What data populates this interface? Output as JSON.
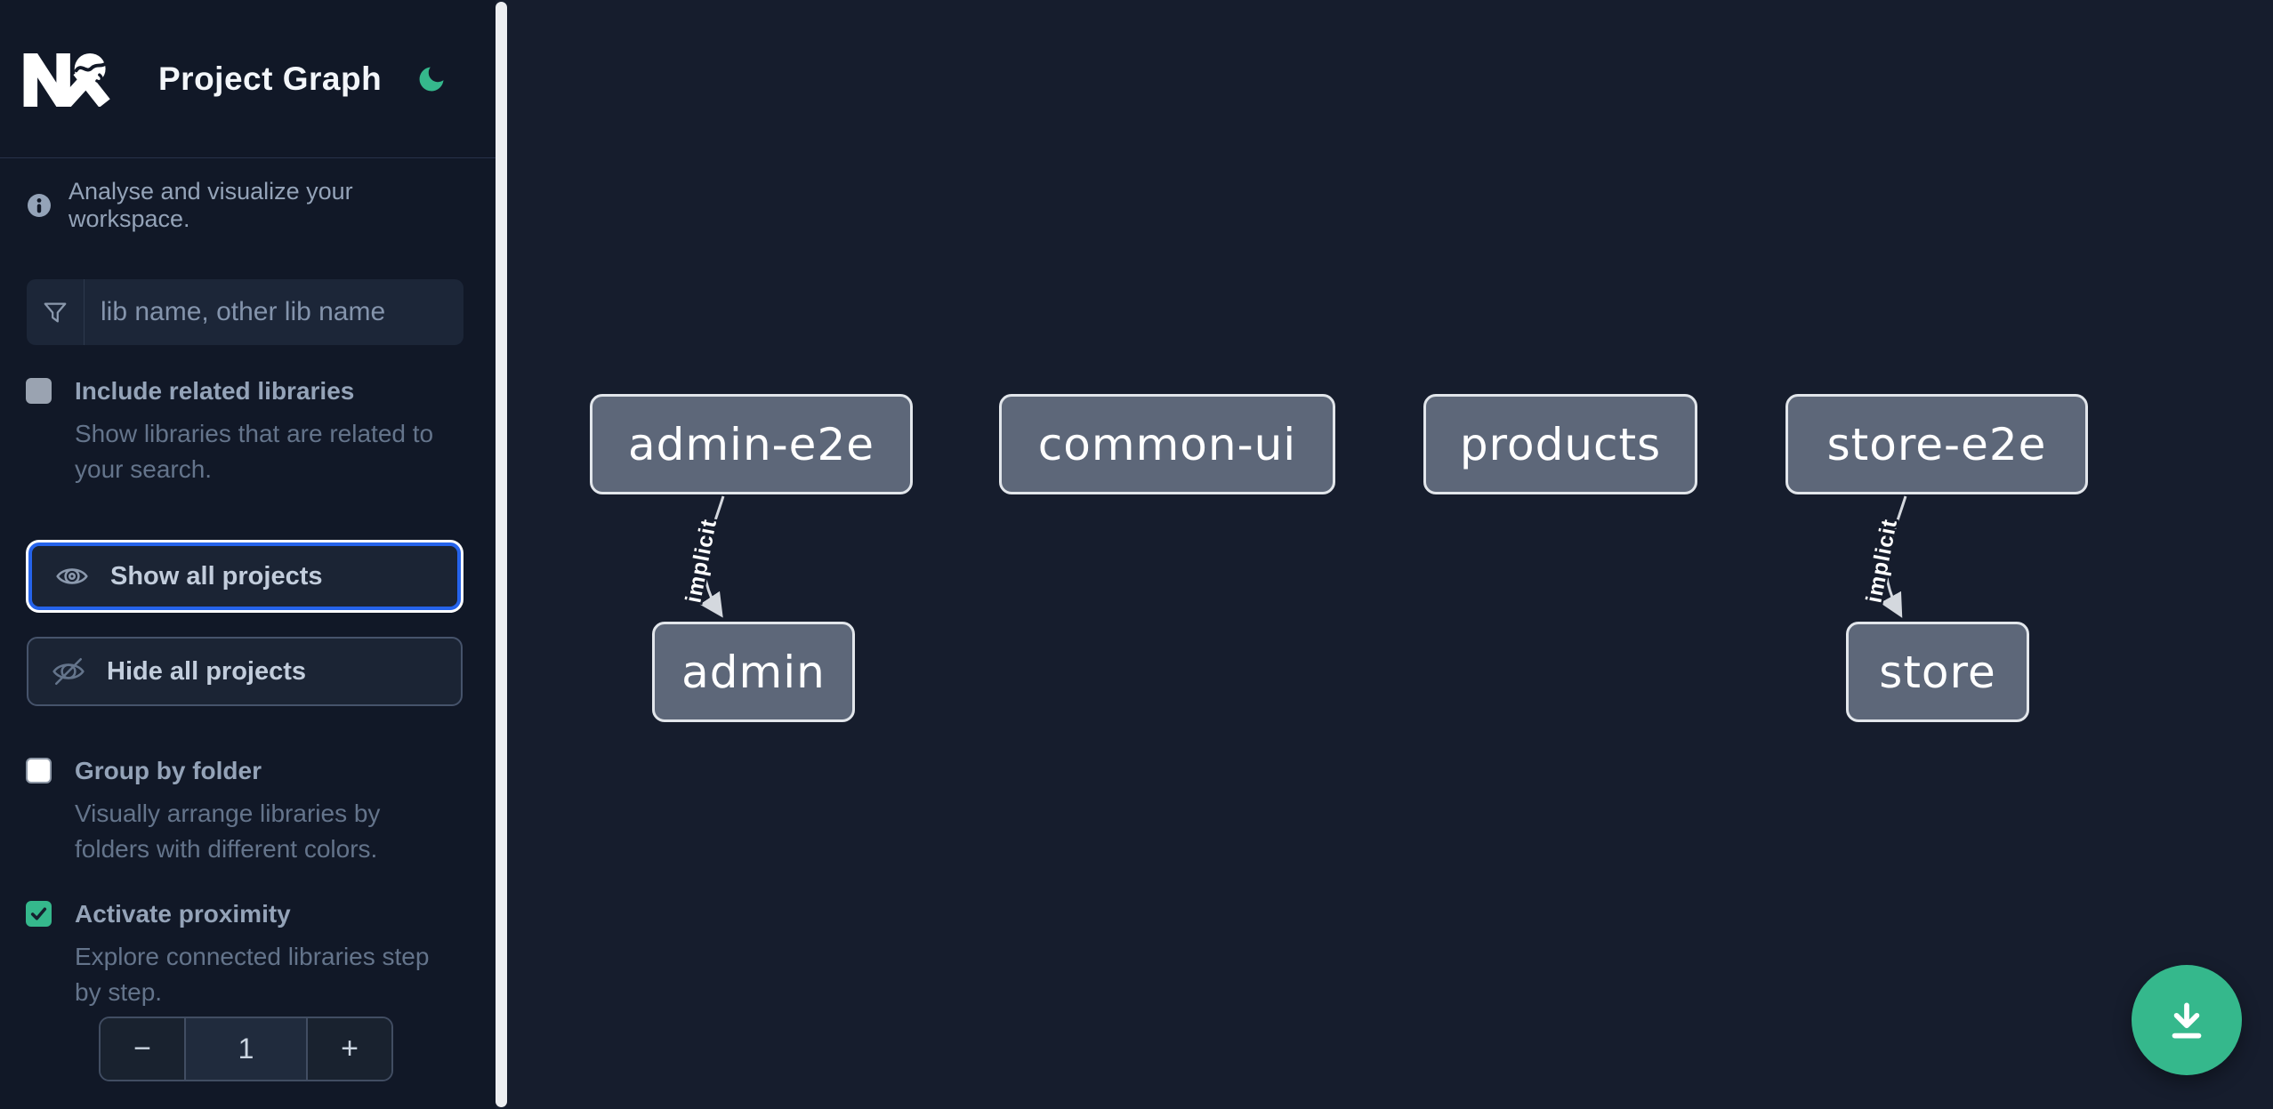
{
  "app": {
    "title": "Project Graph"
  },
  "sidebar": {
    "tagline": "Analyse and visualize your workspace.",
    "search": {
      "placeholder": "lib name, other lib name",
      "value": ""
    },
    "include_related": {
      "label": "Include related libraries",
      "description": "Show libraries that are related to your search.",
      "checked": false,
      "disabled": true
    },
    "show_all": {
      "label": "Show all projects"
    },
    "hide_all": {
      "label": "Hide all projects"
    },
    "group_by_folder": {
      "label": "Group by folder",
      "description": "Visually arrange libraries by folders with different colors.",
      "checked": false
    },
    "activate_proximity": {
      "label": "Activate proximity",
      "description": "Explore connected libraries step by step.",
      "checked": true
    },
    "proximity_stepper": {
      "decrement": "−",
      "value": "1",
      "increment": "+"
    }
  },
  "graph": {
    "nodes": [
      {
        "id": "admin-e2e",
        "label": "admin-e2e"
      },
      {
        "id": "common-ui",
        "label": "common-ui"
      },
      {
        "id": "products",
        "label": "products"
      },
      {
        "id": "store-e2e",
        "label": "store-e2e"
      },
      {
        "id": "admin",
        "label": "admin"
      },
      {
        "id": "store",
        "label": "store"
      }
    ],
    "edges": [
      {
        "source": "admin-e2e",
        "target": "admin",
        "type": "implicit",
        "label": "implicit"
      },
      {
        "source": "store-e2e",
        "target": "store",
        "type": "implicit",
        "label": "implicit"
      }
    ]
  },
  "icons": {
    "logo": "nx-logo",
    "theme": "moon-icon",
    "info": "info-icon",
    "filter": "funnel-icon",
    "show": "eye-icon",
    "hide": "eye-off-icon",
    "fab": "download-icon"
  },
  "colors": {
    "accent_green": "#35b88c",
    "focus_blue": "#2563eb",
    "sidebar_bg": "#111827",
    "canvas_bg": "#161d2d",
    "node_fill": "#5d6779",
    "node_border": "#e2e6eb",
    "edge": "#d4d8de"
  }
}
